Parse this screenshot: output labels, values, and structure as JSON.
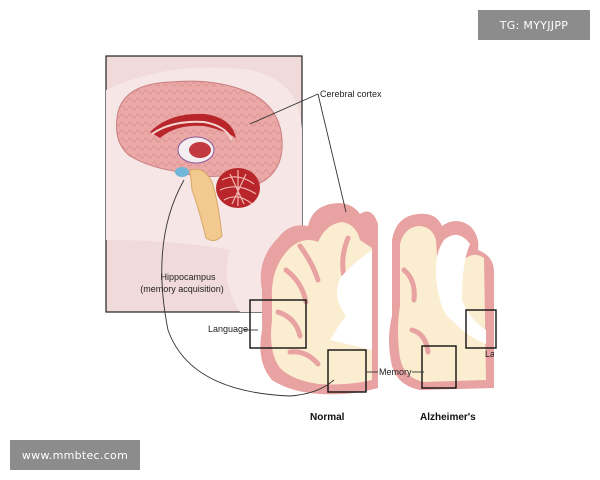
{
  "labels": {
    "cerebral_cortex": "Cerebral cortex",
    "hippocampus_line1": "Hippocampus",
    "hippocampus_line2": "(memory acquisition)",
    "language": "Language",
    "memory": "Memory",
    "lang_cut": "La",
    "normal": "Normal",
    "alzheimers": "Alzheimer's"
  },
  "watermarks": {
    "top_right": "TG: MYYJJPP",
    "bottom_left": "www.mmbtec.com"
  },
  "colors": {
    "cortex_pink": "#e8a2a2",
    "white_matter": "#fbedd0",
    "panel_bg": "#f1dada",
    "cerebellum_red": "#b8262b",
    "watermark_bg": "#8c8c8c"
  }
}
